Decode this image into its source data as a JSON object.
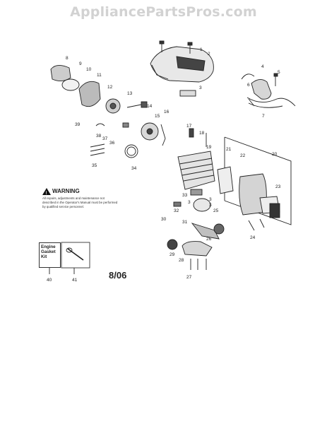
{
  "watermark": "AppliancePartsPros.com",
  "warning": {
    "title": "WARNING",
    "text": "All repairs, adjustments and maintenance not described in the Operator's Manual must be performed by qualified service personnel."
  },
  "kit_label": "Engine Gasket Kit",
  "date_code": "8/06",
  "callouts": [
    "1",
    "2",
    "3",
    "4",
    "5",
    "6",
    "7",
    "8",
    "9",
    "10",
    "11",
    "12",
    "13",
    "14",
    "15",
    "16",
    "17",
    "18",
    "19",
    "20",
    "21",
    "22",
    "23",
    "24",
    "25",
    "26",
    "27",
    "28",
    "29",
    "30",
    "31",
    "32",
    "33",
    "34",
    "35",
    "36",
    "37",
    "38",
    "39",
    "40",
    "41",
    "3",
    "3",
    "3"
  ]
}
